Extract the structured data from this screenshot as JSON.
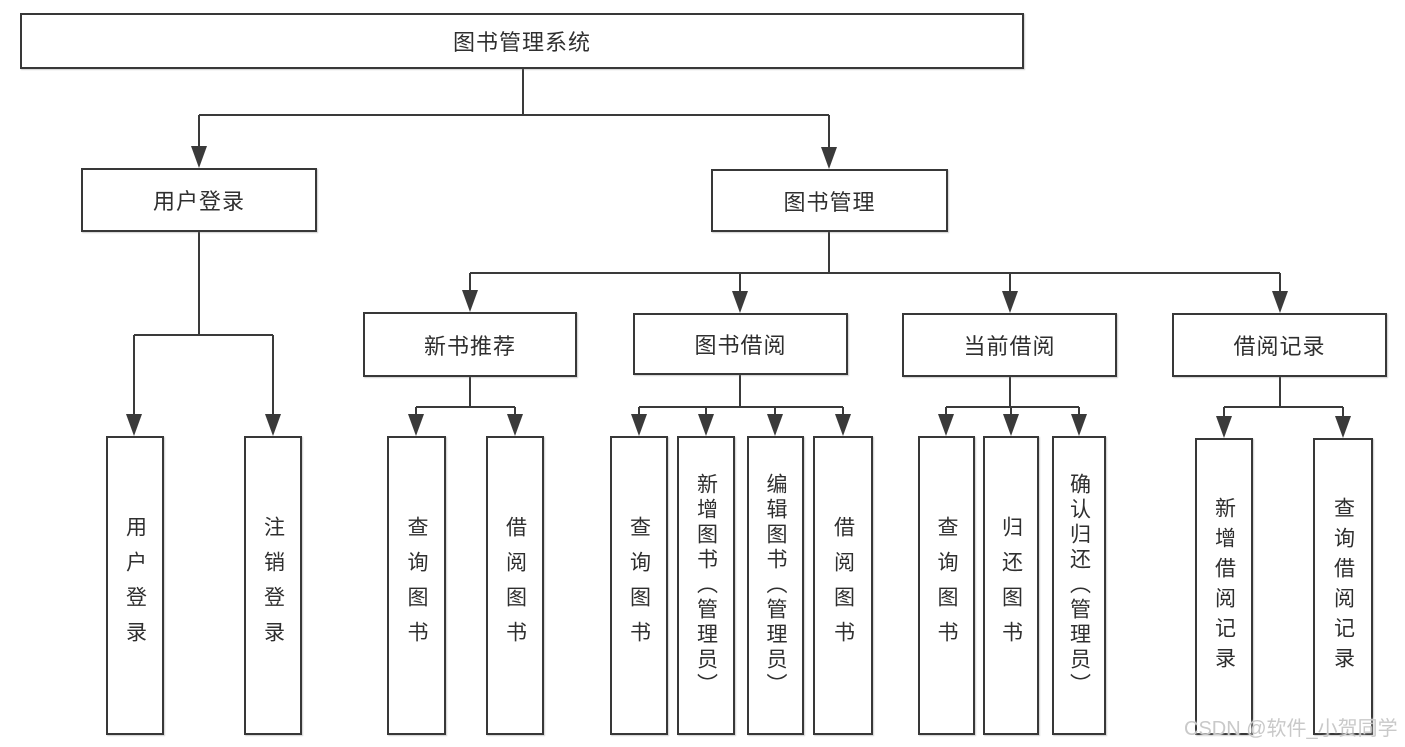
{
  "tree": {
    "root": {
      "label": "图书管理系统",
      "children": [
        {
          "label": "用户登录",
          "children": [
            {
              "label": "用户登录"
            },
            {
              "label": "注销登录"
            }
          ]
        },
        {
          "label": "图书管理",
          "children": [
            {
              "label": "新书推荐",
              "children": [
                {
                  "label": "查询图书"
                },
                {
                  "label": "借阅图书"
                }
              ]
            },
            {
              "label": "图书借阅",
              "children": [
                {
                  "label": "查询图书"
                },
                {
                  "label": "新增图书（管理员）"
                },
                {
                  "label": "编辑图书（管理员）"
                },
                {
                  "label": "借阅图书"
                }
              ]
            },
            {
              "label": "当前借阅",
              "children": [
                {
                  "label": "查询图书"
                },
                {
                  "label": "归还图书"
                },
                {
                  "label": "确认归还（管理员）"
                }
              ]
            },
            {
              "label": "借阅记录",
              "children": [
                {
                  "label": "新增借阅记录"
                },
                {
                  "label": "查询借阅记录"
                }
              ]
            }
          ]
        }
      ]
    }
  },
  "watermark": {
    "text": "CSDN @软件_小贺同学"
  },
  "colors": {
    "line": "#3a3a3a",
    "box_border": "#383838",
    "text": "#2f2f2f",
    "background": "#ffffff",
    "watermark": "#c9c9c9"
  }
}
